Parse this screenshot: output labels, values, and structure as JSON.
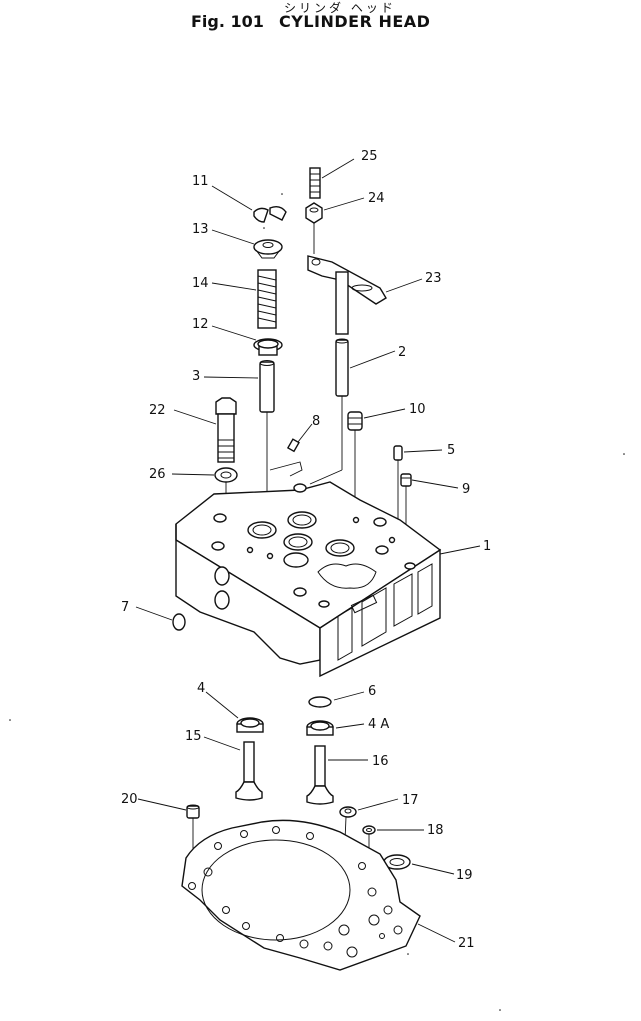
{
  "figure": {
    "kana": "シリンダ ヘッド",
    "number": "Fig. 101",
    "title": "CYLINDER HEAD"
  },
  "callouts": [
    {
      "id": "25",
      "label": "25"
    },
    {
      "id": "24",
      "label": "24"
    },
    {
      "id": "11",
      "label": "11"
    },
    {
      "id": "13",
      "label": "13"
    },
    {
      "id": "23",
      "label": "23"
    },
    {
      "id": "14",
      "label": "14"
    },
    {
      "id": "12",
      "label": "12"
    },
    {
      "id": "2",
      "label": "2"
    },
    {
      "id": "3",
      "label": "3"
    },
    {
      "id": "22",
      "label": "22"
    },
    {
      "id": "8",
      "label": "8"
    },
    {
      "id": "10",
      "label": "10"
    },
    {
      "id": "5",
      "label": "5"
    },
    {
      "id": "26",
      "label": "26"
    },
    {
      "id": "9",
      "label": "9"
    },
    {
      "id": "1",
      "label": "1"
    },
    {
      "id": "7",
      "label": "7"
    },
    {
      "id": "4",
      "label": "4"
    },
    {
      "id": "6",
      "label": "6"
    },
    {
      "id": "4A",
      "label": "4 A"
    },
    {
      "id": "15",
      "label": "15"
    },
    {
      "id": "16",
      "label": "16"
    },
    {
      "id": "20",
      "label": "20"
    },
    {
      "id": "17",
      "label": "17"
    },
    {
      "id": "18",
      "label": "18"
    },
    {
      "id": "19",
      "label": "19"
    },
    {
      "id": "21",
      "label": "21"
    }
  ]
}
